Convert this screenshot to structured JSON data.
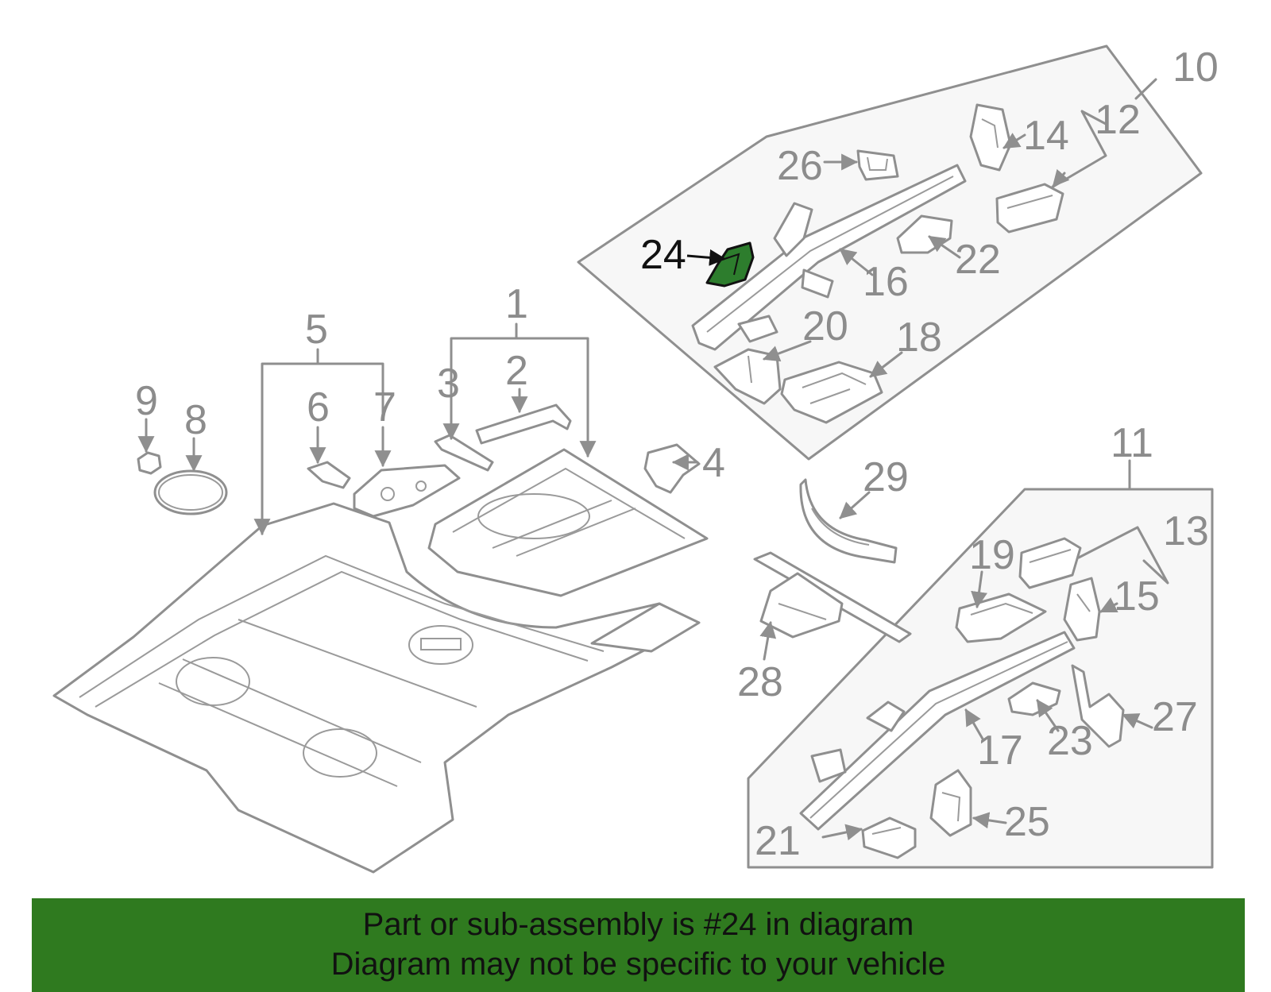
{
  "highlight": {
    "part": "24",
    "color": "#2d7d2d"
  },
  "callouts": {
    "c1": "1",
    "c2": "2",
    "c3": "3",
    "c4": "4",
    "c5": "5",
    "c6": "6",
    "c7": "7",
    "c8": "8",
    "c9": "9",
    "c10": "10",
    "c11": "11",
    "c12": "12",
    "c13": "13",
    "c14": "14",
    "c15": "15",
    "c16": "16",
    "c17": "17",
    "c18": "18",
    "c19": "19",
    "c20": "20",
    "c21": "21",
    "c22": "22",
    "c23": "23",
    "c24": "24",
    "c25": "25",
    "c26": "26",
    "c27": "27",
    "c28": "28",
    "c29": "29"
  },
  "banner": {
    "line1": "Part or sub-assembly is #24 in diagram",
    "line2": "Diagram may not be specific to your vehicle",
    "background": "#2f7a1f"
  }
}
